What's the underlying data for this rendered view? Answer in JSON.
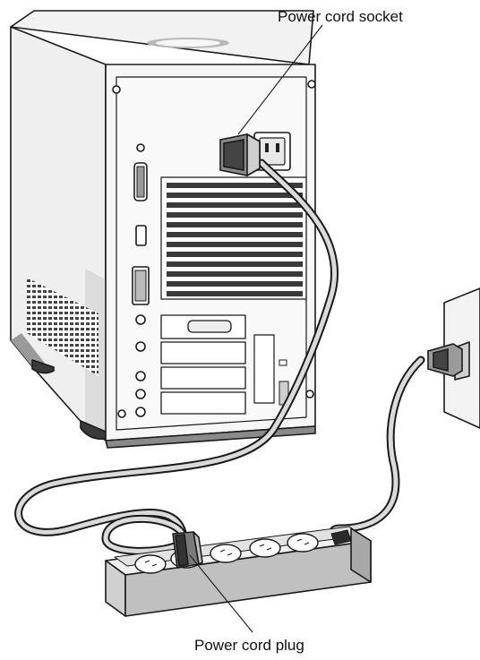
{
  "callouts": {
    "socket_label": "Power cord socket",
    "plug_label": "Power cord plug"
  },
  "icons": [
    "computer-tower",
    "power-cord",
    "power-cord-plug",
    "power-cord-socket",
    "wall-outlet",
    "power-strip"
  ],
  "colors": {
    "line": "#1a1a1a",
    "shade_light": "#e6e6e6",
    "shade_mid": "#c4c4c4",
    "shade_dark": "#7a7a7a",
    "shade_black": "#333333",
    "background": "#ffffff"
  }
}
